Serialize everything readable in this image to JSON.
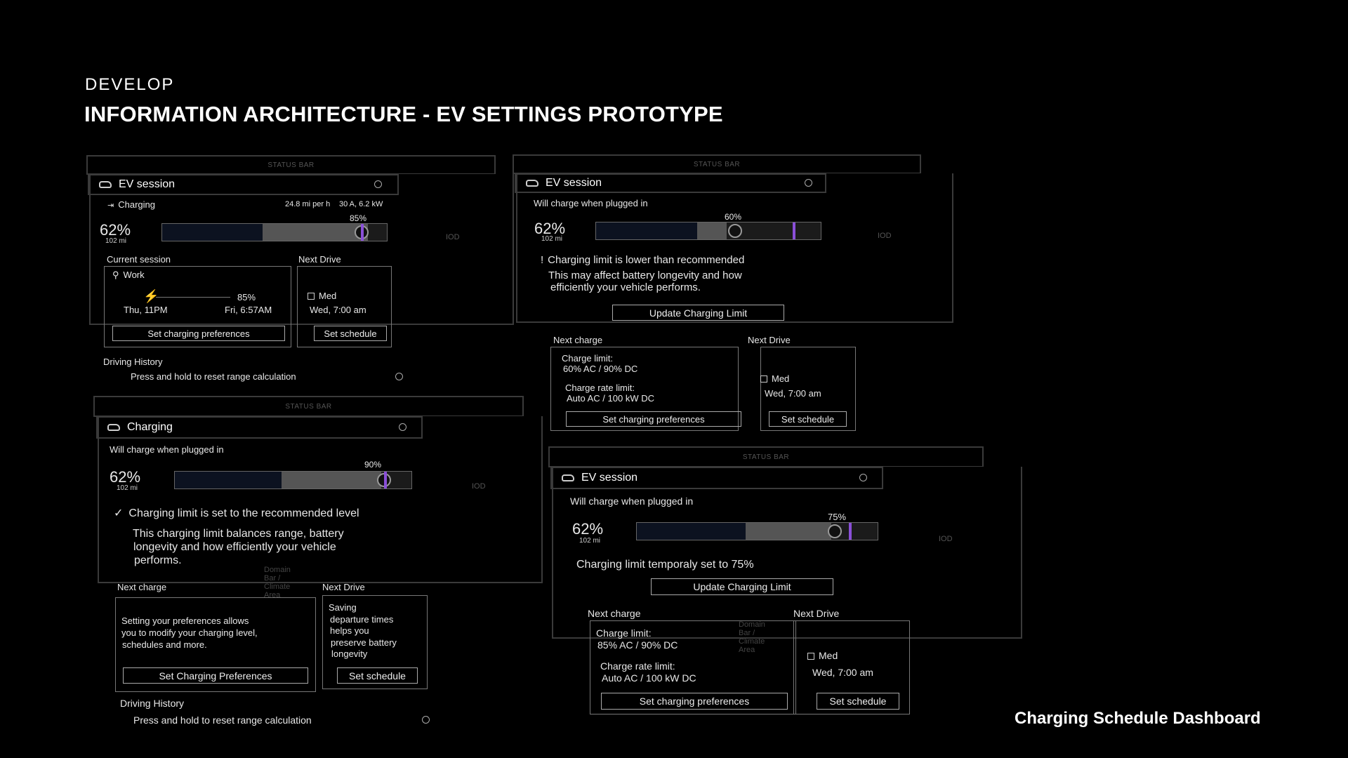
{
  "header": {
    "kicker": "DEVELOP",
    "title": "INFORMATION ARCHITECTURE - EV SETTINGS PROTOTYPE"
  },
  "footer": {
    "label": "Charging Schedule Dashboard"
  },
  "common": {
    "status_bar": "STATUS BAR",
    "iod": "IOD",
    "domain_bar": "Domain Bar / Climate Area",
    "percent": "62%",
    "range": "102 mi",
    "med": "Med",
    "drive_time": "Wed, 7:00 am",
    "set_schedule": "Set schedule",
    "next_drive": "Next Drive",
    "next_charge": "Next charge"
  },
  "p1": {
    "title": "EV session",
    "charging": "Charging",
    "rate": "24.8 mi per h",
    "power": "30 A, 6.2 kW",
    "limit": "85%",
    "current_session": "Current session",
    "location": "Work",
    "start": "Thu, 11PM",
    "end": "Fri, 6:57AM",
    "session_pct": "85%",
    "set_prefs": "Set charging preferences",
    "driving_history": "Driving History",
    "reset": "Press and hold to reset range calculation"
  },
  "p2": {
    "title": "EV session",
    "will_charge": "Will charge when plugged in",
    "limit": "60%",
    "warning": "Charging limit is lower than recommended",
    "warning_detail_1": "This may affect battery longevity and how",
    "warning_detail_2": "efficiently your vehicle performs.",
    "update": "Update Charging Limit",
    "charge_limit_label": "Charge limit:",
    "charge_limit": "60% AC / 90% DC",
    "rate_limit_label": "Charge rate limit:",
    "rate_limit": "Auto AC / 100 kW DC",
    "set_prefs": "Set charging preferences"
  },
  "p3": {
    "title": "Charging",
    "will_charge": "Will charge when plugged in",
    "limit": "90%",
    "check": "Charging limit is set to the recommended level",
    "detail_1": "This charging limit balances range, battery",
    "detail_2": "longevity and how efficiently your vehicle",
    "detail_3": "performs.",
    "prefs_text_1": "Setting your preferences allows",
    "prefs_text_2": "you to modify your charging level,",
    "prefs_text_3": "schedules and more.",
    "set_prefs": "Set Charging Preferences",
    "drive_text_1": "Saving",
    "drive_text_2": "departure times",
    "drive_text_3": "helps you",
    "drive_text_4": "preserve battery",
    "drive_text_5": "longevity",
    "driving_history": "Driving History",
    "reset": "Press and hold to reset range calculation"
  },
  "p4": {
    "title": "EV session",
    "will_charge": "Will charge when plugged in",
    "limit": "75%",
    "temp": "Charging limit temporaly set to 75%",
    "update": "Update Charging Limit",
    "charge_limit_label": "Charge limit:",
    "charge_limit": "85% AC / 90% DC",
    "rate_limit_label": "Charge rate limit:",
    "rate_limit": "Auto AC / 100 kW DC",
    "set_prefs": "Set charging preferences"
  }
}
